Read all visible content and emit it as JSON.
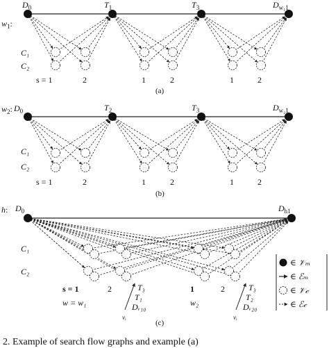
{
  "panels": [
    {
      "id": "a",
      "row_label": {
        "base": "w",
        "sub": "1",
        "suffix": ":"
      },
      "tops": [
        {
          "base": "D",
          "sub": "0"
        },
        {
          "base": "T",
          "sub": "1"
        },
        {
          "base": "T",
          "sub": "3"
        },
        {
          "base": "D",
          "sub": "w₁1"
        }
      ],
      "class_labels": [
        "C₁",
        "C₂"
      ],
      "s_labels": [
        "s = 1",
        "2",
        "1",
        "2",
        "1",
        "2"
      ],
      "caption": "(a)"
    },
    {
      "id": "b",
      "row_label": {
        "base": "w",
        "sub": "2",
        "suffix": ":"
      },
      "tops": [
        {
          "base": "D",
          "sub": "0"
        },
        {
          "base": "T",
          "sub": "2"
        },
        {
          "base": "T",
          "sub": "3"
        },
        {
          "base": "D",
          "sub": "w₂1"
        }
      ],
      "class_labels": [
        "C₁",
        "C₂"
      ],
      "s_labels": [
        "s = 1",
        "2",
        "1",
        "2",
        "1",
        "2"
      ],
      "caption": "(b)"
    },
    {
      "id": "c",
      "row_label": {
        "base": "h",
        "sub": "",
        "suffix": ":"
      },
      "tops": [
        {
          "base": "D",
          "sub": "0"
        },
        {
          "base": "D",
          "sub": "h1"
        }
      ],
      "class_labels": [
        "C₁",
        "C₂"
      ],
      "s_labels": [
        "s = 1",
        "2",
        "1",
        "2"
      ],
      "w_labels": [
        "w = w₁",
        "w₂"
      ],
      "stacks": [
        {
          "items": [
            "T₃",
            "T₁",
            "Dᵥ₁₀"
          ],
          "v": "vᵢ"
        },
        {
          "items": [
            "T₃",
            "T₂",
            "Dᵥ₂₀"
          ],
          "v": "vᵢ"
        }
      ],
      "caption": "(c)"
    }
  ],
  "legend": [
    {
      "symbol": "filled-node",
      "text": "∈ 𝒱ₘ"
    },
    {
      "symbol": "solid-arrow",
      "text": "∈ ℰₘ"
    },
    {
      "symbol": "dashed-node",
      "text": "∈ 𝒱𝒸"
    },
    {
      "symbol": "dashed-arrow",
      "text": "∈ ℰ𝒸"
    }
  ],
  "caption_fragment": "2.  Example of search flow graphs and example (a)"
}
